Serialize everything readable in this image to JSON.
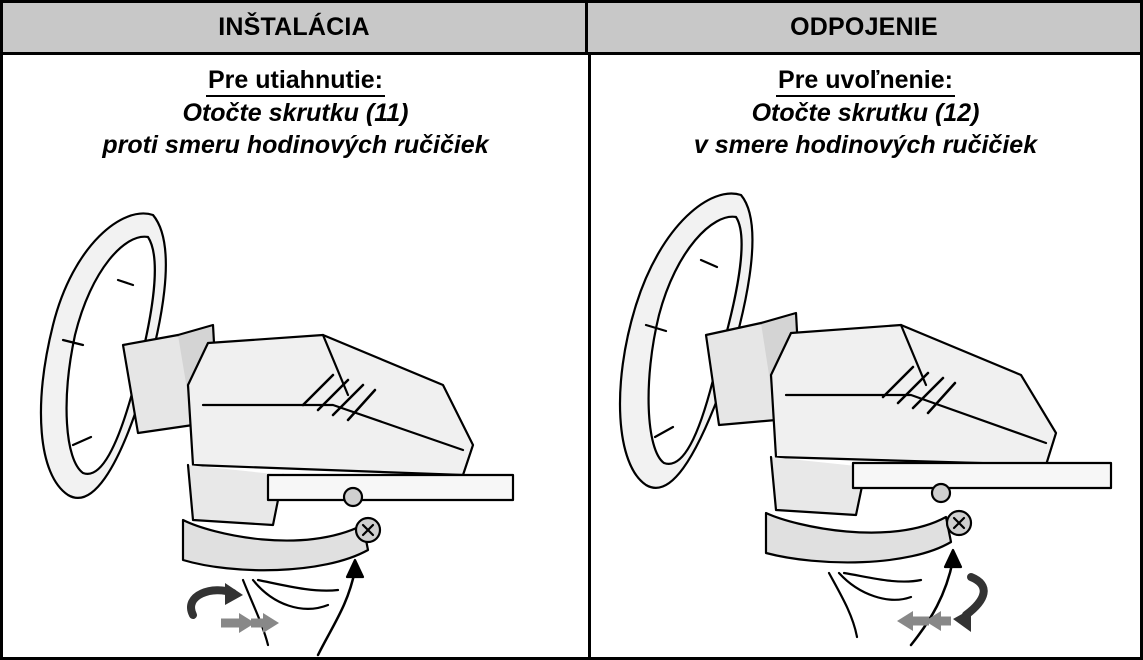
{
  "header": {
    "left_title": "INŠTALÁCIA",
    "right_title": "ODPOJENIE"
  },
  "install": {
    "lead": "Pre utiahnutie:",
    "line1": "Otočte skrutku (11)",
    "line2": "proti smeru hodinových ručičiek"
  },
  "detach": {
    "lead": "Pre uvoľnenie:",
    "line1": "Otočte skrutku (12)",
    "line2": "v smere hodinových ručičiek"
  },
  "illustrations": {
    "left": "steering-wheel-clamp-tighten",
    "right": "steering-wheel-clamp-loosen"
  }
}
